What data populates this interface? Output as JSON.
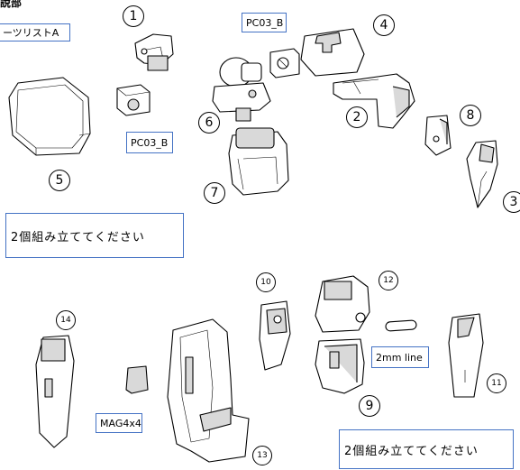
{
  "header": {
    "title_fragment": "說部"
  },
  "labels": {
    "parts_list": "ーツリストA",
    "pc03_top": "PC03_B",
    "pc03_mid": "PC03_B",
    "mag": "MAG4x4",
    "line": "2mm line"
  },
  "notes": {
    "assemble_1": "2個組み立ててください",
    "assemble_2": "2個組み立ててください"
  },
  "numbers": {
    "n1": "1",
    "n2": "2",
    "n3": "3",
    "n4": "4",
    "n5": "5",
    "n6": "6",
    "n7": "7",
    "n8": "8",
    "n9": "9",
    "n10": "10",
    "n11": "11",
    "n12": "12",
    "n13": "13",
    "n14": "14"
  },
  "colors": {
    "label_border": "#4472c4",
    "line": "#000000"
  }
}
